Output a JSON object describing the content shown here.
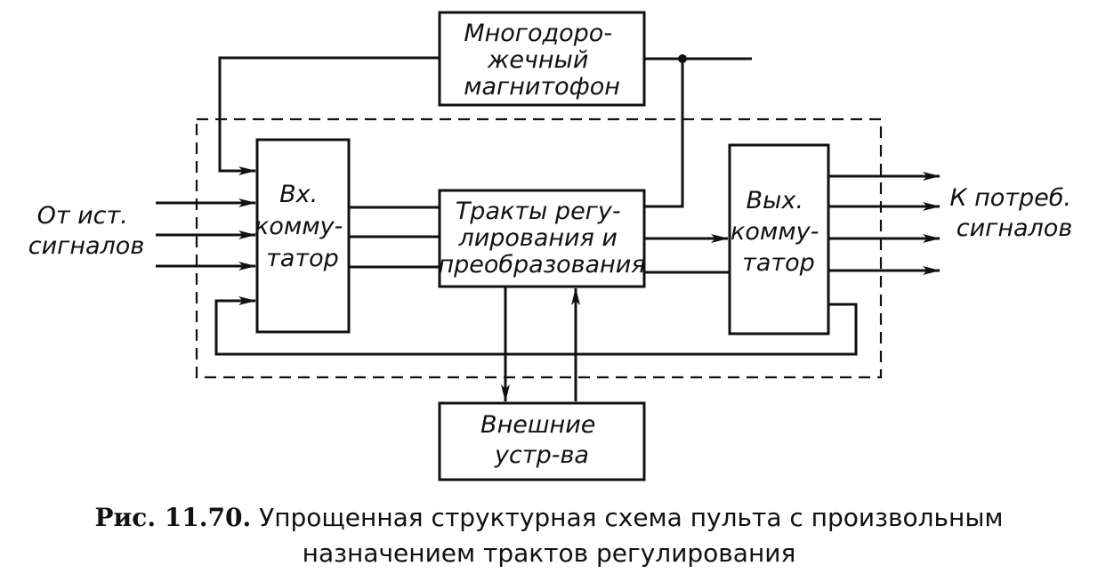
{
  "blocks": {
    "recorder": [
      "Многодоро-",
      "жечный",
      "магнитофон"
    ],
    "input_switch": [
      "Вх.",
      "комму-",
      "татор"
    ],
    "processing": [
      "Тракты регу-",
      "лирования и",
      "преобразования"
    ],
    "output_switch": [
      "Вых.",
      "комму-",
      "татор"
    ],
    "external": [
      "Внешние",
      "устр-ва"
    ]
  },
  "labels": {
    "source": [
      "От ист.",
      "сигналов"
    ],
    "consumer": [
      "К потреб.",
      "сигналов"
    ]
  },
  "caption": {
    "number": "Рис. 11.70.",
    "line1": "Упрощенная структурная схема пульта с произвольным",
    "line2": "назначением трактов регулирования"
  }
}
